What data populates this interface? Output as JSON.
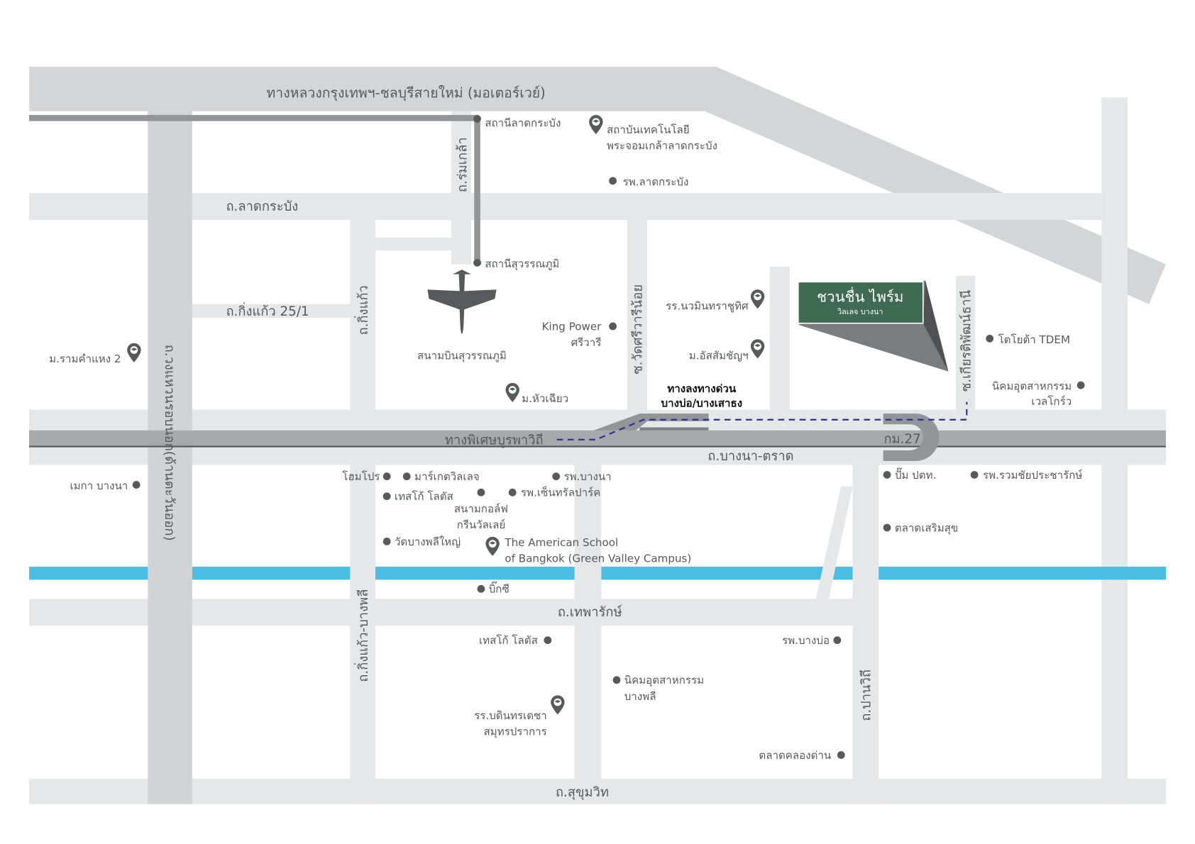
{
  "roads": {
    "motorway": "ทางหลวงกรุงเทพฯ-ชลบุรีสายใหม่ (มอเตอร์เวย์)",
    "lat_krabang": "ถ.ลาดกระบัง",
    "rom_klao": "ถ.ร่มเกล้า",
    "king_kaew_25_1": "ถ.กิ่งแก้ว 25/1",
    "king_kaew": "ถ.กิ่งแก้ว",
    "outer_ring": "ถ.วงแหวนรอบนอก(ด้านตะวันออก)",
    "wat_si_wari": "ซ.วัดศรีวารีน้อย",
    "kiat_phat": "ซ.เกียรติพัฒน์ธานี",
    "burapha_withi": "ทางพิเศษบูรพาวิถี",
    "bangna_trad": "ถ.บางนา-ตราด",
    "km27": "กม.27",
    "king_kaew_bang_phli": "ถ.กิ่งแก้ว-บางพลี",
    "theparak": "ถ.เทพารักษ์",
    "pan_withi": "ถ.ปานวิถี",
    "sukhumvit": "ถ.สุขุมวิท"
  },
  "expressway_exit": [
    "ทางลงทางด่วน",
    "บางบ่อ/บางเสาธง"
  ],
  "project": {
    "name": "ชวนชื่น ไพร์ม",
    "subtitle": "วิลเลจ บางนา",
    "color": "#3f6b52"
  },
  "stations": [
    "สถานีลาดกระบัง",
    "สถานีสุวรรณภูมิ"
  ],
  "airport": {
    "label": "สนามบินสุวรรณภูมิ",
    "icon": "airplane-icon"
  },
  "schools": {
    "kmitl": [
      "สถาบันเทคโนโลยี",
      "พระจอมเกล้าลาดกระบัง"
    ],
    "hua_chiew": "ม.หัวเฉียว",
    "nawamin": "รร.นวมินทราชูทิศ",
    "assumption": "ม.อัสสัมชัญฯ",
    "ramkhamhaeng": "ม.รามคำแหง 2",
    "american_school": [
      "The American School",
      "of Bangkok (Green Valley Campus)"
    ],
    "bodindecha": [
      "รร.บดินทรเดชา",
      "สมุทรปราการ"
    ]
  },
  "places": {
    "lat_krabang_hospital": "รพ.ลาดกระบัง",
    "king_power": [
      "King Power",
      "ศรีวารี"
    ],
    "toyota": "โตโยต้า TDEM",
    "wellgrow": [
      "นิคมอุตสาหกรรม",
      "เวลโกร์ว"
    ],
    "mega_bangna": "เมกา บางนา",
    "homepro": "โฮมโปร",
    "market_village": "มาร์เกตวิลเลจ",
    "bangna_hospital": "รพ.บางนา",
    "tesco_1": "เทสโก้ โลตัส",
    "golf": [
      "สนามกอล์ฟ",
      "กรีนวัลเลย์"
    ],
    "central_park_hospital": "รพ.เซ็นทรัลปาร์ค",
    "wat_bang_phli": "วัดบางพลีใหญ่",
    "big_c": "บิ๊กซี",
    "tesco_2": "เทสโก้ โลตัส",
    "bang_bo_hospital": "รพ.บางบ่อ",
    "bang_phli_estate": [
      "นิคมอุตสาหกรรม",
      "บางพลี"
    ],
    "khlong_dan_market": "ตลาดคลองด่าน",
    "ptt": "ปั๊ม ปตท.",
    "ruamchai_hospital": "รพ.รวมชัยประชารักษ์",
    "soem_suk_market": "ตลาดเสริมสุข"
  },
  "colors": {
    "road_light": "#e6e7e8",
    "road_mid": "#d1d3d4",
    "road_dark": "#a7a9ac",
    "rail": "#939598",
    "canal": "#4bbde3",
    "route": "#2e3192"
  }
}
